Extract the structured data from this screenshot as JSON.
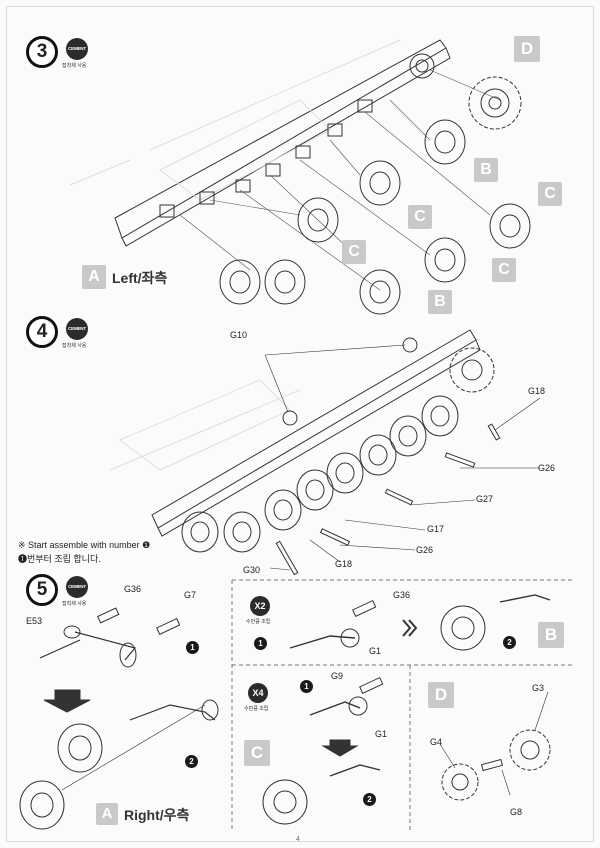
{
  "step3": {
    "number": "3",
    "cement": "CEMENT",
    "cement_sub": "접착제 사용",
    "label_A": "A",
    "side_label": "Left/좌측",
    "callouts": [
      "D",
      "B",
      "C",
      "C",
      "C",
      "C",
      "B"
    ]
  },
  "step4": {
    "number": "4",
    "cement": "CEMENT",
    "cement_sub": "접착제 사용",
    "parts": {
      "g10": "G10",
      "g18a": "G18",
      "g26a": "G26",
      "g27": "G27",
      "g17": "G17",
      "g26b": "G26",
      "g18b": "G18",
      "g30": "G30"
    }
  },
  "note": {
    "english": "※ Start assemble with number ❶",
    "korean": "❶번부터 조립 합니다."
  },
  "step5": {
    "number": "5",
    "cement": "CEMENT",
    "cement_sub": "접착제 사용",
    "parts": {
      "g36a": "G36",
      "g7": "G7",
      "e53": "E53",
      "g36b": "G36",
      "g1a": "G1",
      "g9": "G9",
      "g1b": "G1",
      "g3": "G3",
      "g4": "G4",
      "g8": "G8"
    },
    "seq1": "1",
    "seq2": "2",
    "x2": "X2",
    "x2_sub": "수만큼 조립",
    "x4": "X4",
    "x4_sub": "수만큼 조립",
    "label_B": "B",
    "label_C": "C",
    "label_D": "D",
    "label_A": "A",
    "side_label": "Right/우측"
  },
  "page_number": "4"
}
